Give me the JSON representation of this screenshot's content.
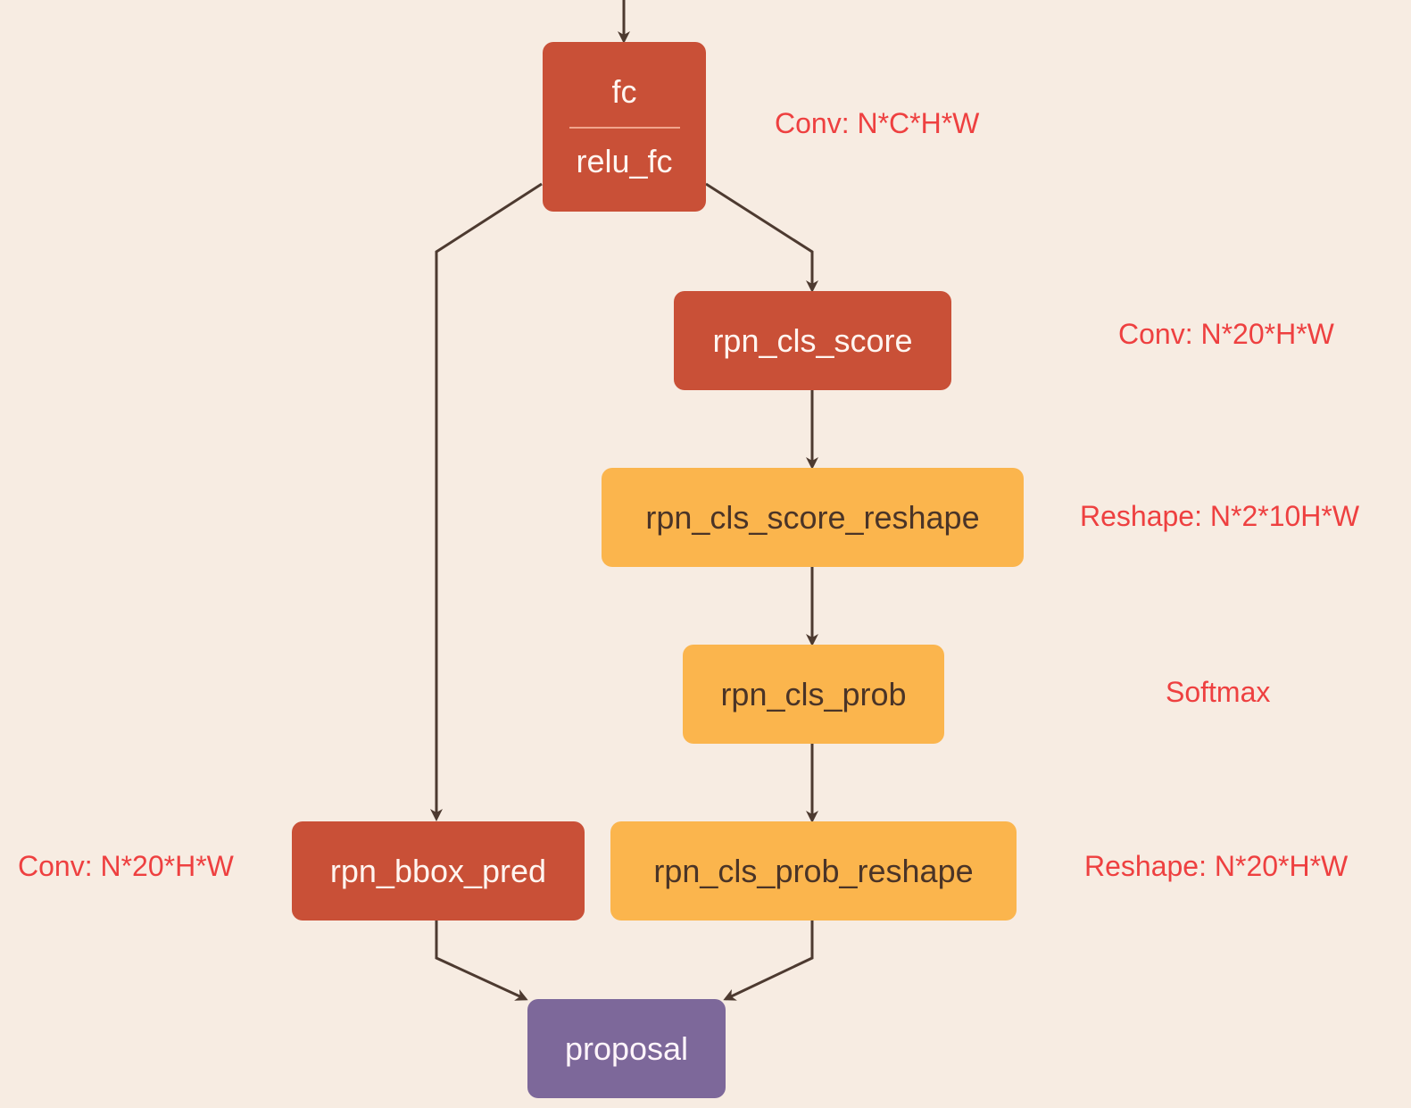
{
  "colors": {
    "background": "#f7ece2",
    "conv_node": "#c95037",
    "reshape_node": "#fbb54d",
    "output_node": "#7d689a",
    "annotation": "#ee4040",
    "edge": "#4d3a30"
  },
  "nodes": {
    "fc": {
      "label": "fc",
      "sublabel": "relu_fc"
    },
    "rpn_cls_score": {
      "label": "rpn_cls_score"
    },
    "rpn_cls_score_reshape": {
      "label": "rpn_cls_score_reshape"
    },
    "rpn_cls_prob": {
      "label": "rpn_cls_prob"
    },
    "rpn_cls_prob_reshape": {
      "label": "rpn_cls_prob_reshape"
    },
    "rpn_bbox_pred": {
      "label": "rpn_bbox_pred"
    },
    "proposal": {
      "label": "proposal"
    }
  },
  "annotations": {
    "fc": "Conv: N*C*H*W",
    "rpn_cls_score": "Conv: N*20*H*W",
    "rpn_cls_score_reshape": "Reshape: N*2*10H*W",
    "rpn_cls_prob": "Softmax",
    "rpn_cls_prob_reshape": "Reshape: N*20*H*W",
    "rpn_bbox_pred": "Conv: N*20*H*W"
  },
  "edges": [
    [
      "input",
      "fc"
    ],
    [
      "fc",
      "rpn_cls_score"
    ],
    [
      "fc",
      "rpn_bbox_pred"
    ],
    [
      "rpn_cls_score",
      "rpn_cls_score_reshape"
    ],
    [
      "rpn_cls_score_reshape",
      "rpn_cls_prob"
    ],
    [
      "rpn_cls_prob",
      "rpn_cls_prob_reshape"
    ],
    [
      "rpn_bbox_pred",
      "proposal"
    ],
    [
      "rpn_cls_prob_reshape",
      "proposal"
    ]
  ]
}
